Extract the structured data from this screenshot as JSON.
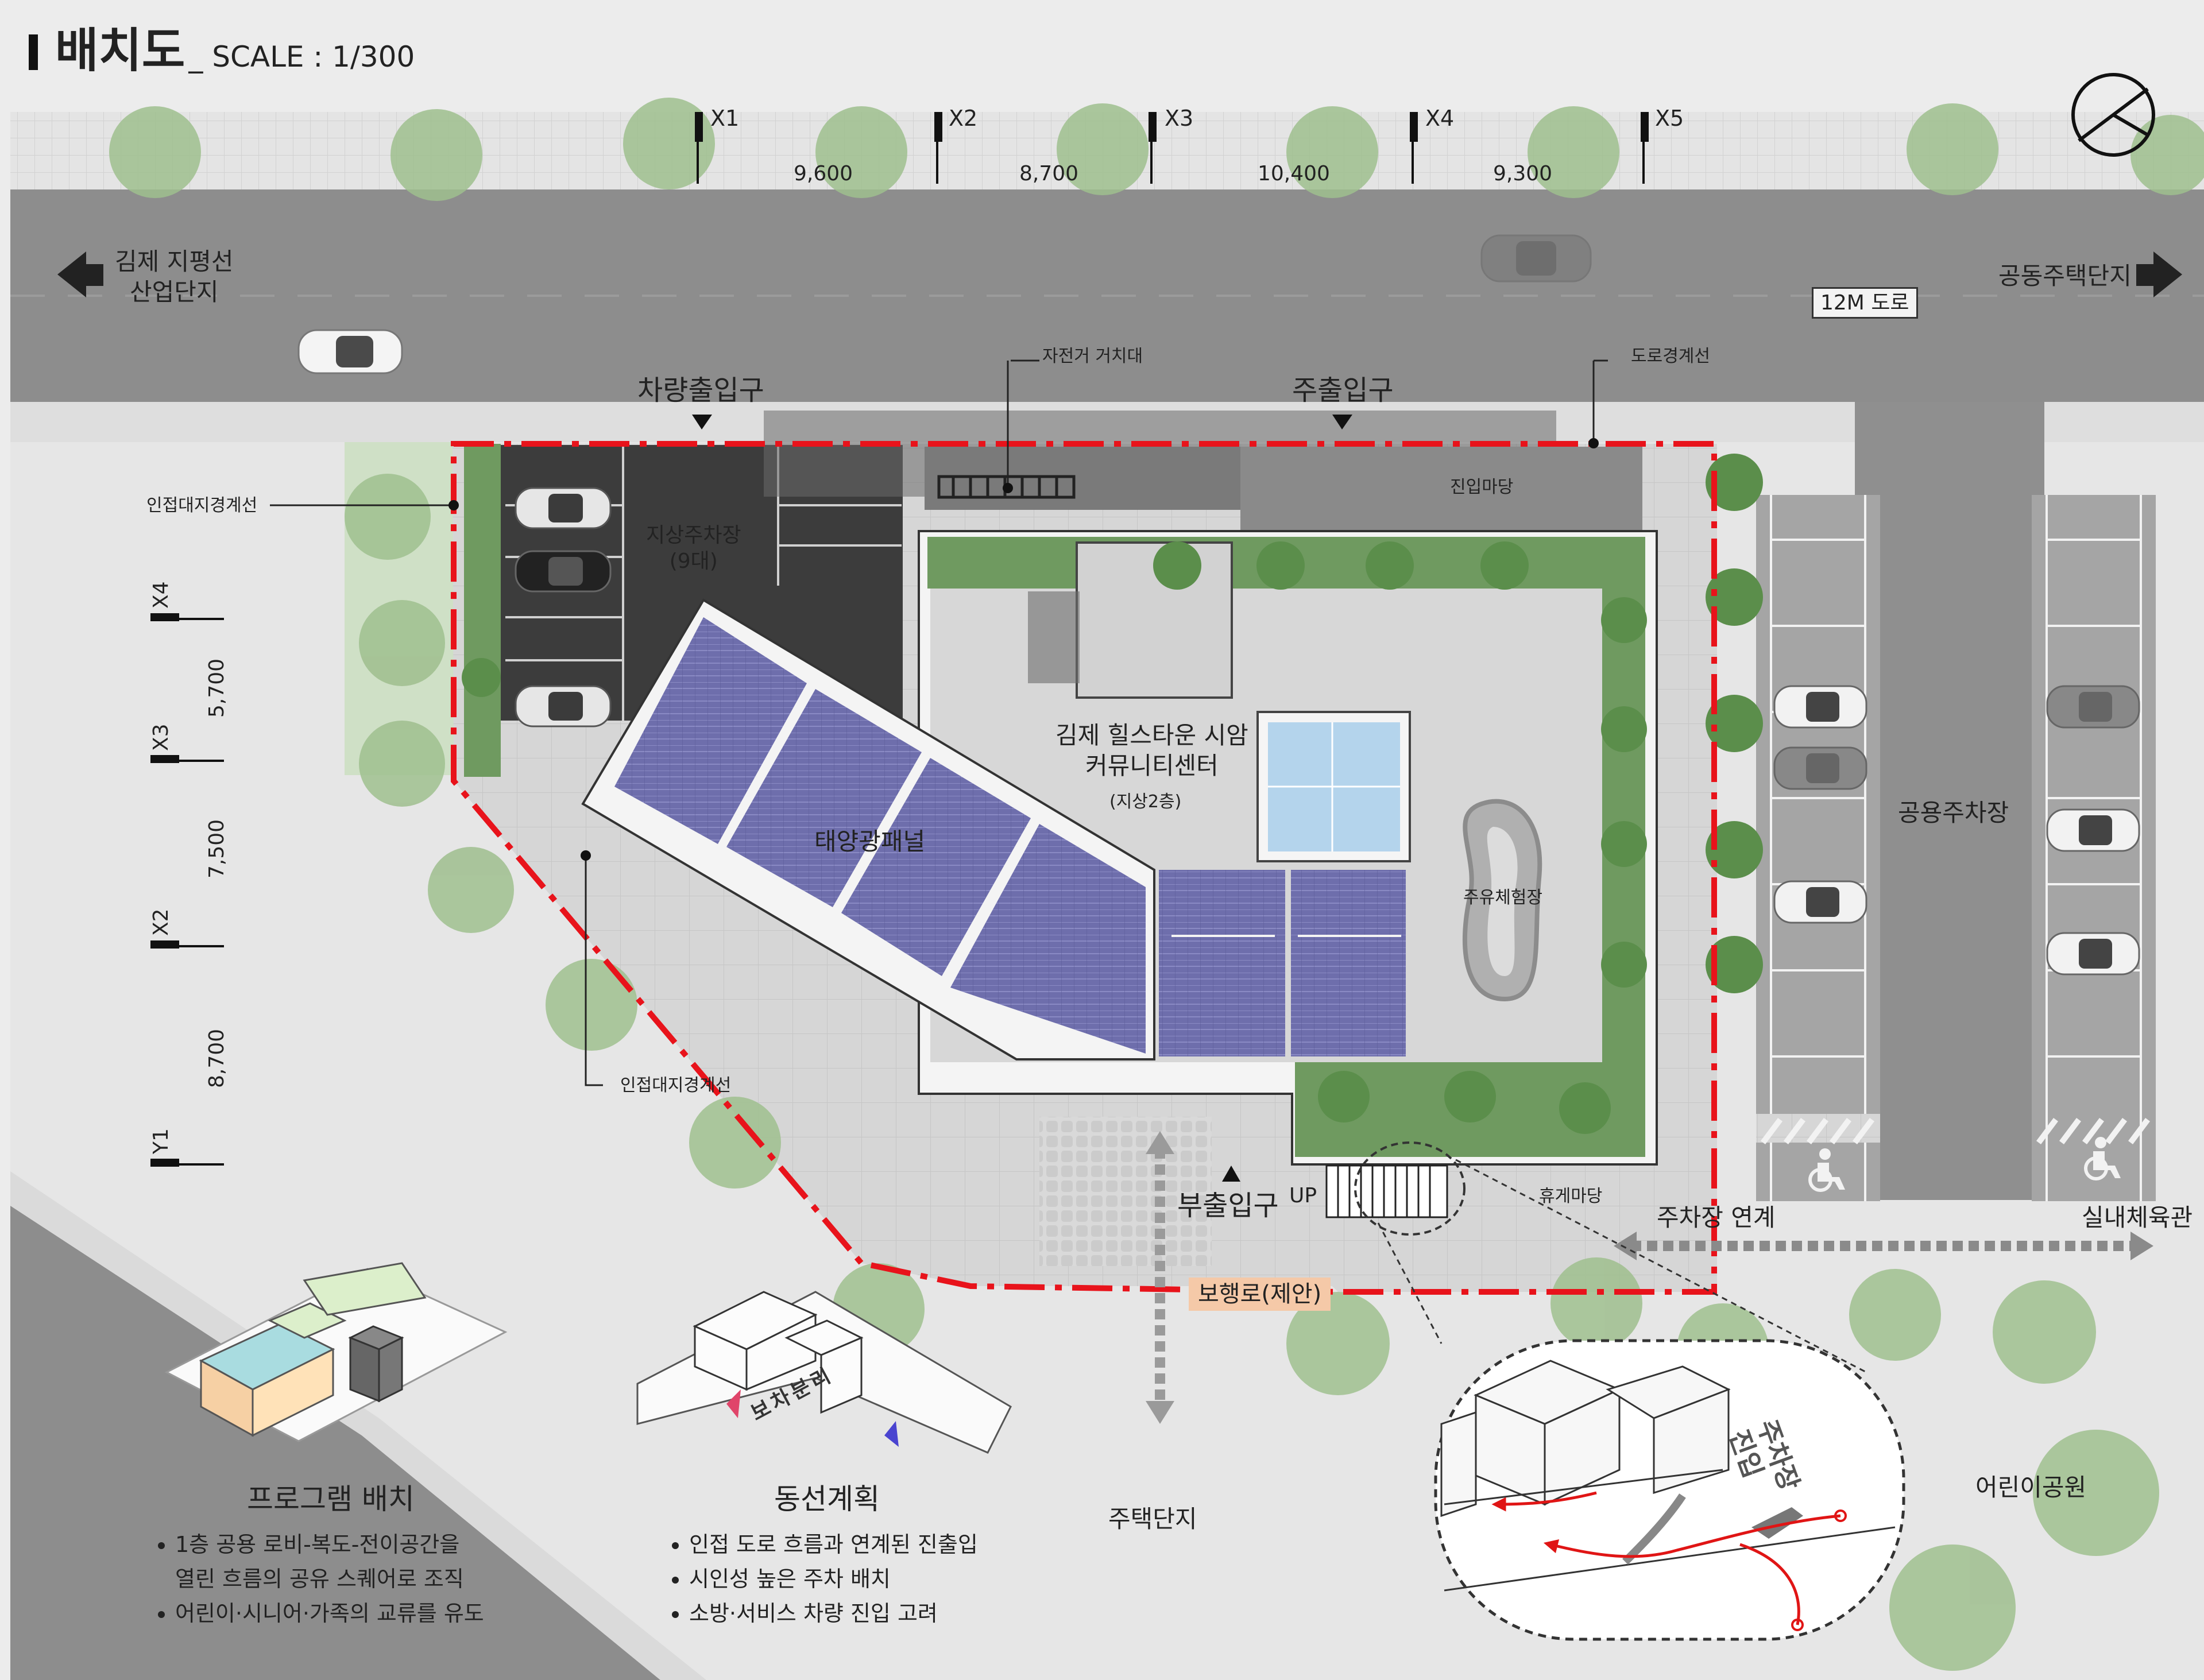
{
  "title": {
    "main": "배치도",
    "scale": "_ SCALE : 1/300"
  },
  "grid_x": [
    "X1",
    "X2",
    "X3",
    "X4",
    "X5"
  ],
  "grid_x_dims": [
    "9,600",
    "8,700",
    "10,400",
    "9,300"
  ],
  "grid_y": [
    "X4",
    "X3",
    "X2",
    "Y1"
  ],
  "grid_y_dims": [
    "5,700",
    "7,500",
    "8,700"
  ],
  "labels": {
    "west_dest": "김제 지평선\n산업단지",
    "east_dest": "공동주택단지",
    "road_width": "12M 도로",
    "bike_rack": "자전거 거치대",
    "road_boundary": "도로경계선",
    "vehicle_entry": "차량출입구",
    "main_entry": "주출입구",
    "sub_entry": "부출입구",
    "adjacent_boundary_top": "인접대지경계선",
    "adjacent_boundary_bottom": "인접대지경계선",
    "surface_parking": "지상주차장\n(9대)",
    "entry_court": "진입마당",
    "building_name": "김제 힐스타운 시암\n커뮤니티센터",
    "building_floors": "(지상2층)",
    "solar_panels": "태양광패널",
    "refuel_experience": "주유체험장",
    "rest_court": "휴게마당",
    "up": "UP",
    "parking_link": "주차장 연계",
    "gym": "실내체육관",
    "public_parking": "공용주차장",
    "pedestrian_road": "보행로(제안)",
    "housing": "주택단지",
    "playground": "어린이공원",
    "ped_vehicle_separation": "보차분리",
    "parking_stamp": "주차장\n진입"
  },
  "program": {
    "title": "프로그램 배치",
    "bullets": [
      "1층 공용 로비-복도-전이공간을",
      "열린 흐름의 공유 스퀘어로 조직",
      "어린이·시니어·가족의 교류를 유도"
    ]
  },
  "circulation": {
    "title": "동선계획",
    "bullets": [
      "인접 도로 흐름과 연계된 진출입",
      "시인성 높은 주차 배치",
      "소방·서비스 차량 진입 고려"
    ]
  },
  "colors": {
    "site_boundary": "#e8131b",
    "solar": "#6d6dab",
    "green": "#6f9a60",
    "road": "#8d8d8d",
    "pool": "#b4d4ec",
    "ped_box": "#f5c9a8",
    "route": "#e01515"
  },
  "icons": [
    "north-arrow-icon",
    "left-arrow-icon",
    "right-arrow-icon",
    "wheelchair-icon",
    "car-icon",
    "tree-icon",
    "bike-rack-icon"
  ]
}
